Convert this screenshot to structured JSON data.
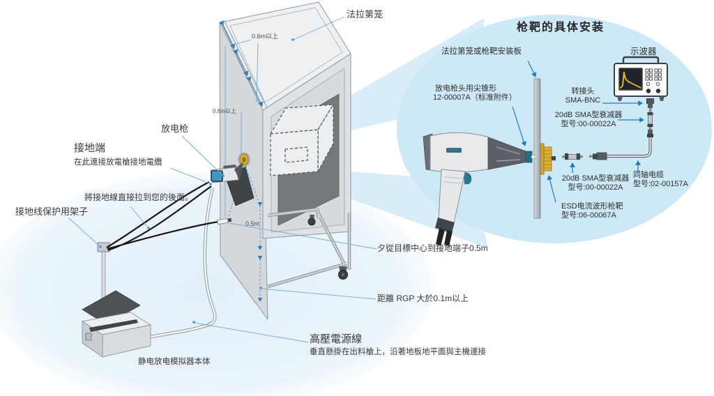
{
  "colors": {
    "bubble_fill": "#cde8f6",
    "wedge_fill": "#d9edf9",
    "leader_line": "#74a9d8",
    "arrow_blue": "#1f7ac0",
    "dash_blue": "#5b9bd5",
    "gold_target": "#d9b13a",
    "waveform_yellow": "#efc11e",
    "text": "#3a3a3a"
  },
  "scene": {
    "labels": {
      "faraday_cage": "法拉第笼",
      "dim_top": "0.6m以上",
      "dim_side": "0.6m以上",
      "discharge_gun": "放电枪",
      "ground_title": "接地端",
      "ground_sub": "在此連接放電槍接地電纜",
      "pull_wire": "將接地線直接拉到您的後面。",
      "stand": "接地线保护用架子",
      "dim_panel": "0.5m",
      "target_ground": "夕從目標中心到接地端子0.5m",
      "rgp": "距離 RGP 大於0.1m以上",
      "hv_title": "高壓電源線",
      "hv_sub": "垂直懸掛在出料槍上，沿著地板地平面與主機連接",
      "simulator": "静电放电模拟器本体"
    }
  },
  "bubble": {
    "title": "枪靶的具体安装",
    "labels": {
      "mounting_plate": "法拉第笼或枪靶安装板",
      "oscilloscope": "示波器",
      "gun_tip1": "放电枪头用尖锥形",
      "gun_tip2": "12-00007A（标准附件）",
      "adapter1": "转接头",
      "adapter2": "SMA-BNC",
      "att1a": "20dB SMA型衰减器",
      "att1b": "型号:00-00022A",
      "att2a": "20dB SMA型衰减器",
      "att2b": "型号:00-00022A",
      "coax1": "同轴电缆",
      "coax2": "型号:02-00157A",
      "esd1": "ESD电流波形枪靶",
      "esd2": "型号:06-00067A"
    }
  }
}
